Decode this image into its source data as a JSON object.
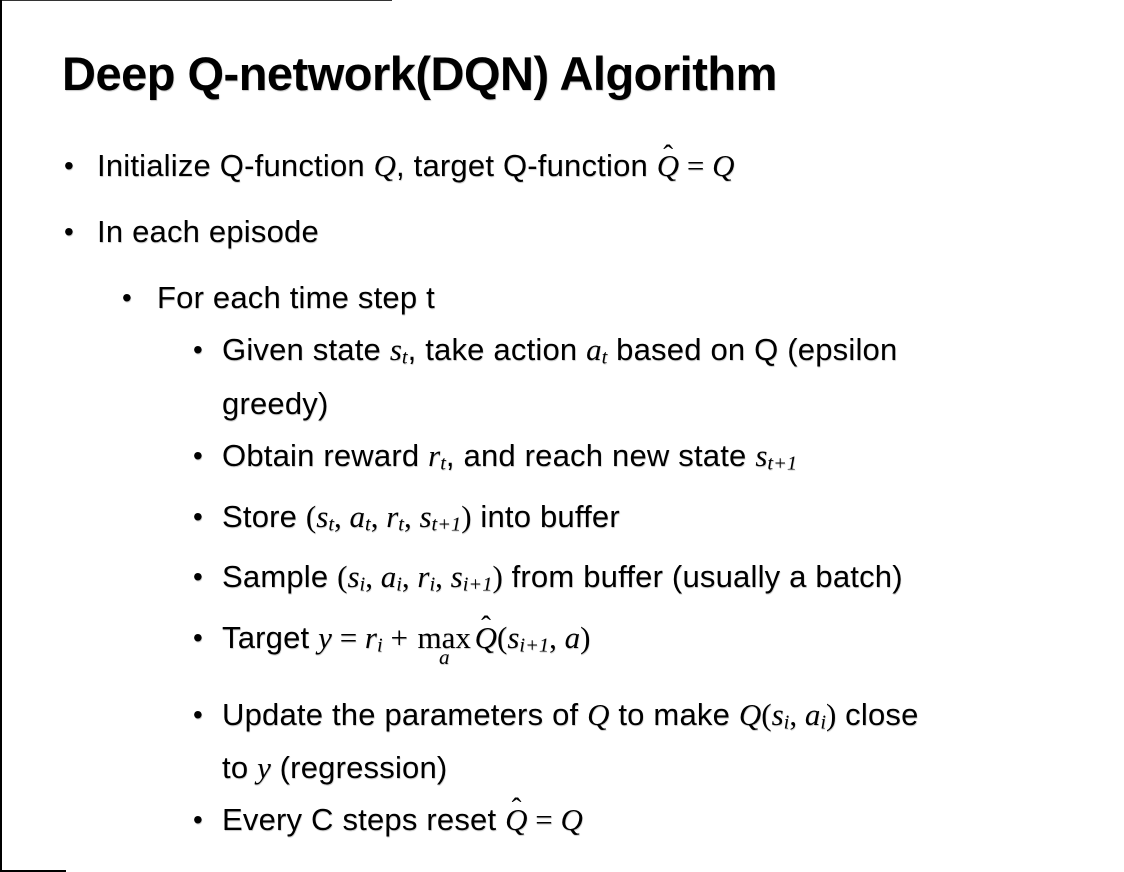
{
  "colors": {
    "background": "#ffffff",
    "text": "#000000",
    "border": "#000000"
  },
  "slide": {
    "title": "Deep Q-network(DQN) Algorithm",
    "bullet_marker": "•",
    "hat_mark": "ˆ",
    "bullets": [
      {
        "level": 1,
        "segments": [
          {
            "t": "Initialize Q-function ",
            "s": "n"
          },
          {
            "t": "Q",
            "s": "m"
          },
          {
            "t": ", target Q-function ",
            "s": "n"
          },
          {
            "t": "Q",
            "s": "mhat"
          },
          {
            "t": " = ",
            "s": "mn"
          },
          {
            "t": "Q",
            "s": "m"
          }
        ]
      },
      {
        "level": 1,
        "segments": [
          {
            "t": "In each episode",
            "s": "n"
          }
        ]
      },
      {
        "level": 2,
        "segments": [
          {
            "t": "For each time step t",
            "s": "n"
          }
        ]
      },
      {
        "level": 3,
        "segments": [
          {
            "t": "Given state ",
            "s": "n"
          },
          {
            "t": "s",
            "s": "m"
          },
          {
            "t": "t",
            "s": "sub"
          },
          {
            "t": ", take action ",
            "s": "n"
          },
          {
            "t": "a",
            "s": "m"
          },
          {
            "t": "t",
            "s": "sub"
          },
          {
            "t": " based on Q (epsilon",
            "s": "n"
          },
          {
            "t": "",
            "s": "br"
          },
          {
            "t": "greedy)",
            "s": "n"
          }
        ]
      },
      {
        "level": 3,
        "segments": [
          {
            "t": "Obtain reward ",
            "s": "n"
          },
          {
            "t": "r",
            "s": "m"
          },
          {
            "t": "t",
            "s": "sub"
          },
          {
            "t": ", and reach new state ",
            "s": "n"
          },
          {
            "t": "s",
            "s": "m"
          },
          {
            "t": "t+1",
            "s": "sub"
          }
        ]
      },
      {
        "level": 3,
        "segments": [
          {
            "t": "Store ",
            "s": "n"
          },
          {
            "t": "(",
            "s": "mn"
          },
          {
            "t": "s",
            "s": "m"
          },
          {
            "t": "t",
            "s": "sub"
          },
          {
            "t": ", ",
            "s": "mn"
          },
          {
            "t": "a",
            "s": "m"
          },
          {
            "t": "t",
            "s": "sub"
          },
          {
            "t": ", ",
            "s": "mn"
          },
          {
            "t": "r",
            "s": "m"
          },
          {
            "t": "t",
            "s": "sub"
          },
          {
            "t": ", ",
            "s": "mn"
          },
          {
            "t": "s",
            "s": "m"
          },
          {
            "t": "t+1",
            "s": "sub"
          },
          {
            "t": ")",
            "s": "mn"
          },
          {
            "t": " into buffer",
            "s": "n"
          }
        ]
      },
      {
        "level": 3,
        "segments": [
          {
            "t": "Sample ",
            "s": "n"
          },
          {
            "t": "(",
            "s": "mn"
          },
          {
            "t": "s",
            "s": "m"
          },
          {
            "t": "i",
            "s": "sub"
          },
          {
            "t": ", ",
            "s": "mn"
          },
          {
            "t": "a",
            "s": "m"
          },
          {
            "t": "i",
            "s": "sub"
          },
          {
            "t": ", ",
            "s": "mn"
          },
          {
            "t": "r",
            "s": "m"
          },
          {
            "t": "i",
            "s": "sub"
          },
          {
            "t": ", ",
            "s": "mn"
          },
          {
            "t": "s",
            "s": "m"
          },
          {
            "t": "i+1",
            "s": "sub"
          },
          {
            "t": ")",
            "s": "mn"
          },
          {
            "t": " from buffer (usually a batch)",
            "s": "n"
          }
        ]
      },
      {
        "level": 3,
        "gap_after": true,
        "segments": [
          {
            "t": "Target ",
            "s": "n"
          },
          {
            "t": "y",
            "s": "m"
          },
          {
            "t": " = ",
            "s": "mn"
          },
          {
            "t": "r",
            "s": "m"
          },
          {
            "t": "i",
            "s": "sub"
          },
          {
            "t": " + ",
            "s": "mn"
          },
          {
            "t": "max",
            "s": "maxop",
            "under": "a"
          },
          {
            "t": "Q",
            "s": "mhat"
          },
          {
            "t": "(",
            "s": "mn"
          },
          {
            "t": "s",
            "s": "m"
          },
          {
            "t": "i+1",
            "s": "sub"
          },
          {
            "t": ", ",
            "s": "mn"
          },
          {
            "t": "a",
            "s": "m"
          },
          {
            "t": ")",
            "s": "mn"
          }
        ]
      },
      {
        "level": 3,
        "segments": [
          {
            "t": "Update the parameters of ",
            "s": "n"
          },
          {
            "t": "Q",
            "s": "m"
          },
          {
            "t": " to make ",
            "s": "n"
          },
          {
            "t": "Q",
            "s": "m"
          },
          {
            "t": "(",
            "s": "mn"
          },
          {
            "t": "s",
            "s": "m"
          },
          {
            "t": "i",
            "s": "sub"
          },
          {
            "t": ", ",
            "s": "mn"
          },
          {
            "t": "a",
            "s": "m"
          },
          {
            "t": "i",
            "s": "sub"
          },
          {
            "t": ")",
            "s": "mn"
          },
          {
            "t": " close",
            "s": "n"
          },
          {
            "t": "",
            "s": "br"
          },
          {
            "t": "to ",
            "s": "n"
          },
          {
            "t": "y",
            "s": "m"
          },
          {
            "t": " (regression)",
            "s": "n"
          }
        ]
      },
      {
        "level": 3,
        "segments": [
          {
            "t": "Every C steps reset ",
            "s": "n"
          },
          {
            "t": "Q",
            "s": "mhat"
          },
          {
            "t": " = ",
            "s": "mn"
          },
          {
            "t": "Q",
            "s": "m"
          }
        ]
      }
    ]
  }
}
